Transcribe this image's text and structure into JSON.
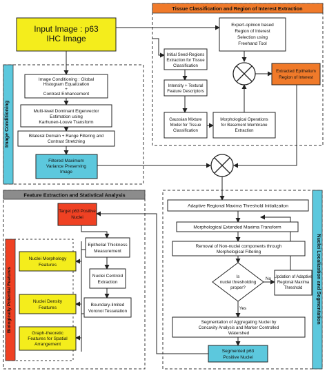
{
  "colors": {
    "yellow": "#f4ed1c",
    "orange": "#f07a2a",
    "red": "#ef4123",
    "cyan": "#5cc8dd",
    "gray_band": "#8c8c8c",
    "stroke": "#222222"
  },
  "input_box": {
    "lines": [
      "Input Image : p63",
      "IHC Image"
    ]
  },
  "tissue_section": {
    "title": "Tissue Classification and Region of Interest Extraction",
    "expert_box": [
      "Expert-opinion based",
      "Region of Interest",
      "Selection using",
      "Freehand Tool"
    ],
    "seed_box": [
      "Initial Seed-Regions",
      "Extraction for Tissue",
      "Classification"
    ],
    "intensity_box": [
      "Intensity + Textural",
      "Feature Descriptors"
    ],
    "gmm_box": [
      "Gaussian Mixture",
      "Model for Tissue",
      "Classification"
    ],
    "morph_ops_box": [
      "Morphological Operations",
      "for Basement Membrane",
      "Extraction"
    ],
    "epithelium_box": [
      "Extracted Epithelium",
      "Region of Interest"
    ]
  },
  "conditioning_section": {
    "title": "Image Conditioning",
    "hist_box": [
      "Image Conditioning : Global",
      "Histogram Equalization",
      "+",
      "Contrast Enhancement"
    ],
    "eigen_box": [
      "Multi-level Dominant Eigenvector",
      "Estimation using",
      "Karhunen-Louve Transform"
    ],
    "bilateral_box": [
      "Bilateral Domain + Range Filtering and",
      "Contrast Stretching"
    ],
    "filtered_box": [
      "Filtered Maximum",
      "Variance Preserving",
      "Image"
    ]
  },
  "feature_section": {
    "title": "Feature Extraction and Statistical Analysis",
    "target_box": [
      "Target p63 Positive",
      "Nuclei"
    ],
    "thickness_box": [
      "Epithelial Thickness",
      "Measurement"
    ],
    "centroid_box": [
      "Nuclei Centroid",
      "Extraction"
    ],
    "voronoi_box": [
      "Boundary-limited",
      "Voronoi Tesselation"
    ],
    "bio_title": "Biologically Potential Features",
    "morph_feat_box": [
      "Nuclei Morphology",
      "Features"
    ],
    "density_box": [
      "Nuclei Density",
      "Features"
    ],
    "graph_box": [
      "Graph-theoretic",
      "Features for Spatial",
      "Arrangement"
    ]
  },
  "nuclei_section": {
    "title": "Nuclei Localization and Segmentation",
    "adaptive_box": [
      "Adaptive Regional Maxima Threshold Initializaiton"
    ],
    "extended_box": [
      "Morphological Extended Maxima Transform"
    ],
    "removal_box": [
      "Removal of Non-nuclei components through",
      "Morphological Filtering"
    ],
    "decision": [
      "Is",
      "nuclei thresholding",
      "proper?"
    ],
    "no_label": "No",
    "yes_label": "Yes",
    "update_box": [
      "Updation of Adaptive",
      "Regional Maxima",
      "Threshold"
    ],
    "aggregating_box": [
      "Segmentation of Aggregating Nuclei by",
      "Concavity Analysis and Marker Controlled",
      "Watershed"
    ],
    "segmented_box": [
      "Segmented p63",
      "Positive Nuclei"
    ]
  }
}
